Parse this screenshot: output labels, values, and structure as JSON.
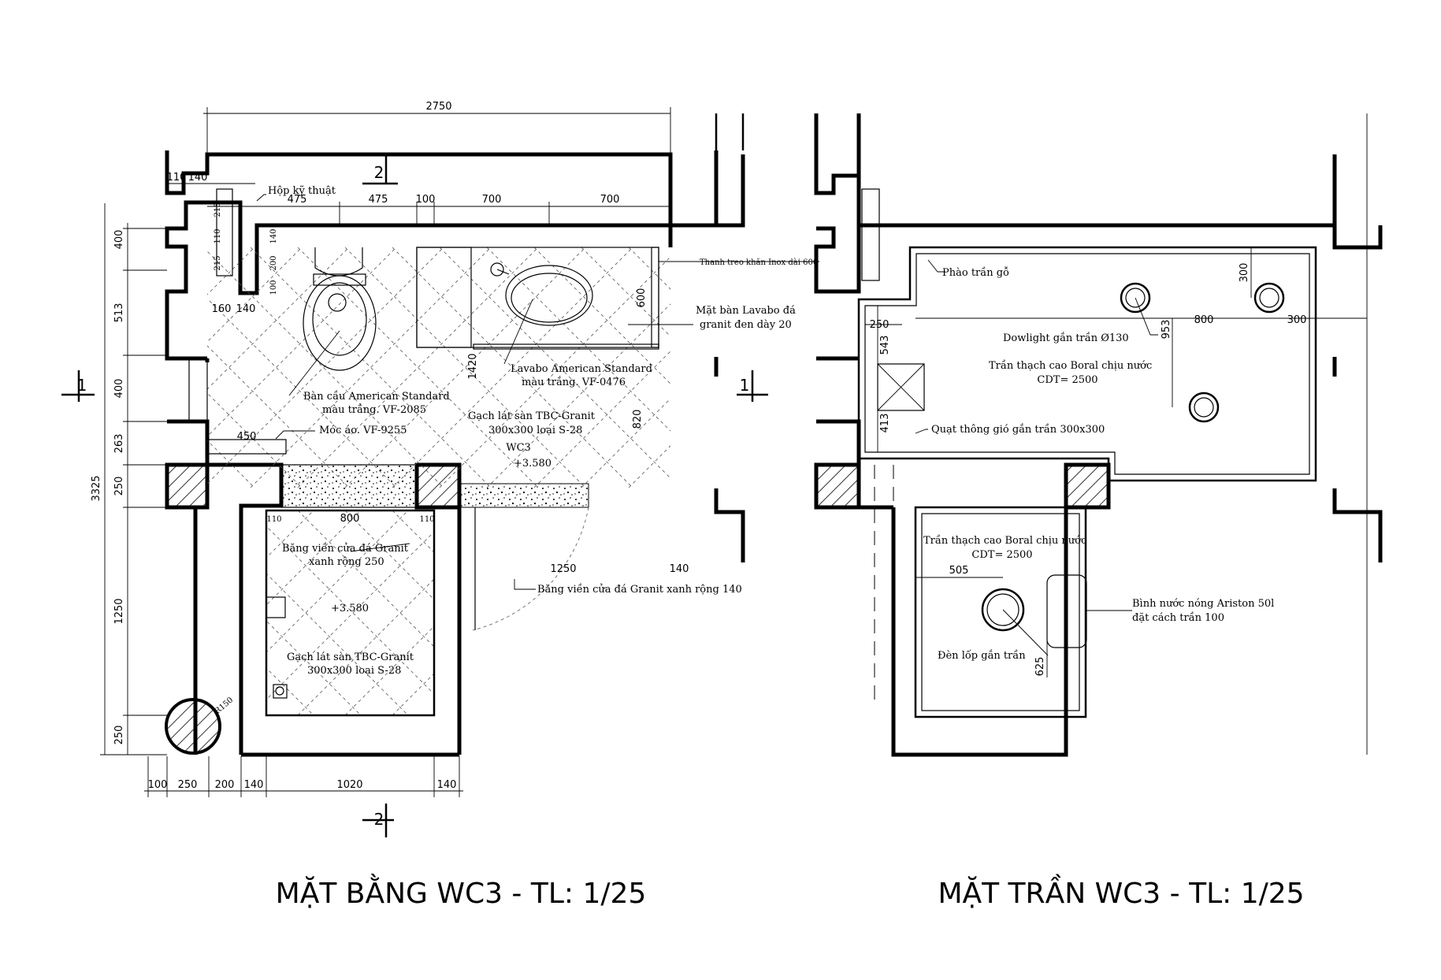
{
  "plan": {
    "title": "MẶT BẰNG WC3 - TL: 1/25",
    "room_label": "WC3",
    "level_top": "+3.580",
    "level_shower": "+3.580",
    "section_marks": {
      "left": "1",
      "right": "1",
      "top": "2",
      "bottom": "2"
    },
    "dims_top": [
      "2750",
      "110",
      "140",
      "475",
      "475",
      "100",
      "700",
      "700"
    ],
    "dims_left": [
      "3325",
      "400",
      "513",
      "400",
      "263",
      "250",
      "1250",
      "250"
    ],
    "dims_bottom": [
      "100",
      "250",
      "200",
      "140",
      "1020",
      "140"
    ],
    "dims_inner": [
      "215",
      "110",
      "215",
      "140",
      "200",
      "100",
      "160",
      "140",
      "450",
      "600",
      "1420",
      "820",
      "800",
      "110",
      "110",
      "1250",
      "140"
    ],
    "radius_label": "R150",
    "notes": {
      "tech_box": "Hộp kỹ thuật",
      "towel_rail": "Thanh treo khăn Inox dài 600",
      "counter_1": "Mặt bàn Lavabo đá",
      "counter_2": "granit đen dày 20",
      "basin_1": "Lavabo American Standard",
      "basin_2": "màu trắng. VF-0476",
      "wc_1": "Bàn cầu American Standard",
      "wc_2": "màu trắng. VF-2085",
      "hook": "Móc áo. VF-9255",
      "tile_1": "Gạch lát sàn TBC-Granit",
      "tile_2": "300x300 loại S-28",
      "border_1": "Băng viền cửa đá Granit",
      "border_2": "xanh rộng 250",
      "border_door": "Băng viền cửa đá Granit xanh rộng 140",
      "tile2_1": "Gạch lát sàn TBC-Granit",
      "tile2_2": "300x300 loại S-28"
    }
  },
  "ceiling": {
    "title": "MẶT TRẦN WC3 - TL: 1/25",
    "dims": [
      "250",
      "543",
      "413",
      "300",
      "953",
      "800",
      "300",
      "505",
      "625"
    ],
    "notes": {
      "cornice": "Phào trần gỗ",
      "downlight": "Dowlight gắn trần Ø130",
      "ceiling1_1": "Trần thạch cao Boral chịu nước",
      "ceiling1_2": "CDT= 2500",
      "fan": "Quạt thông gió gắn trần 300x300",
      "ceiling2_1": "Trần thạch cao Boral chịu nước",
      "ceiling2_2": "CDT= 2500",
      "heater_1": "Bình nước nóng Ariston 50l",
      "heater_2": "đặt cách trần 100",
      "light": "Đèn lốp gắn trần"
    }
  },
  "colors": {
    "ink": "#000000",
    "paper": "#ffffff"
  }
}
